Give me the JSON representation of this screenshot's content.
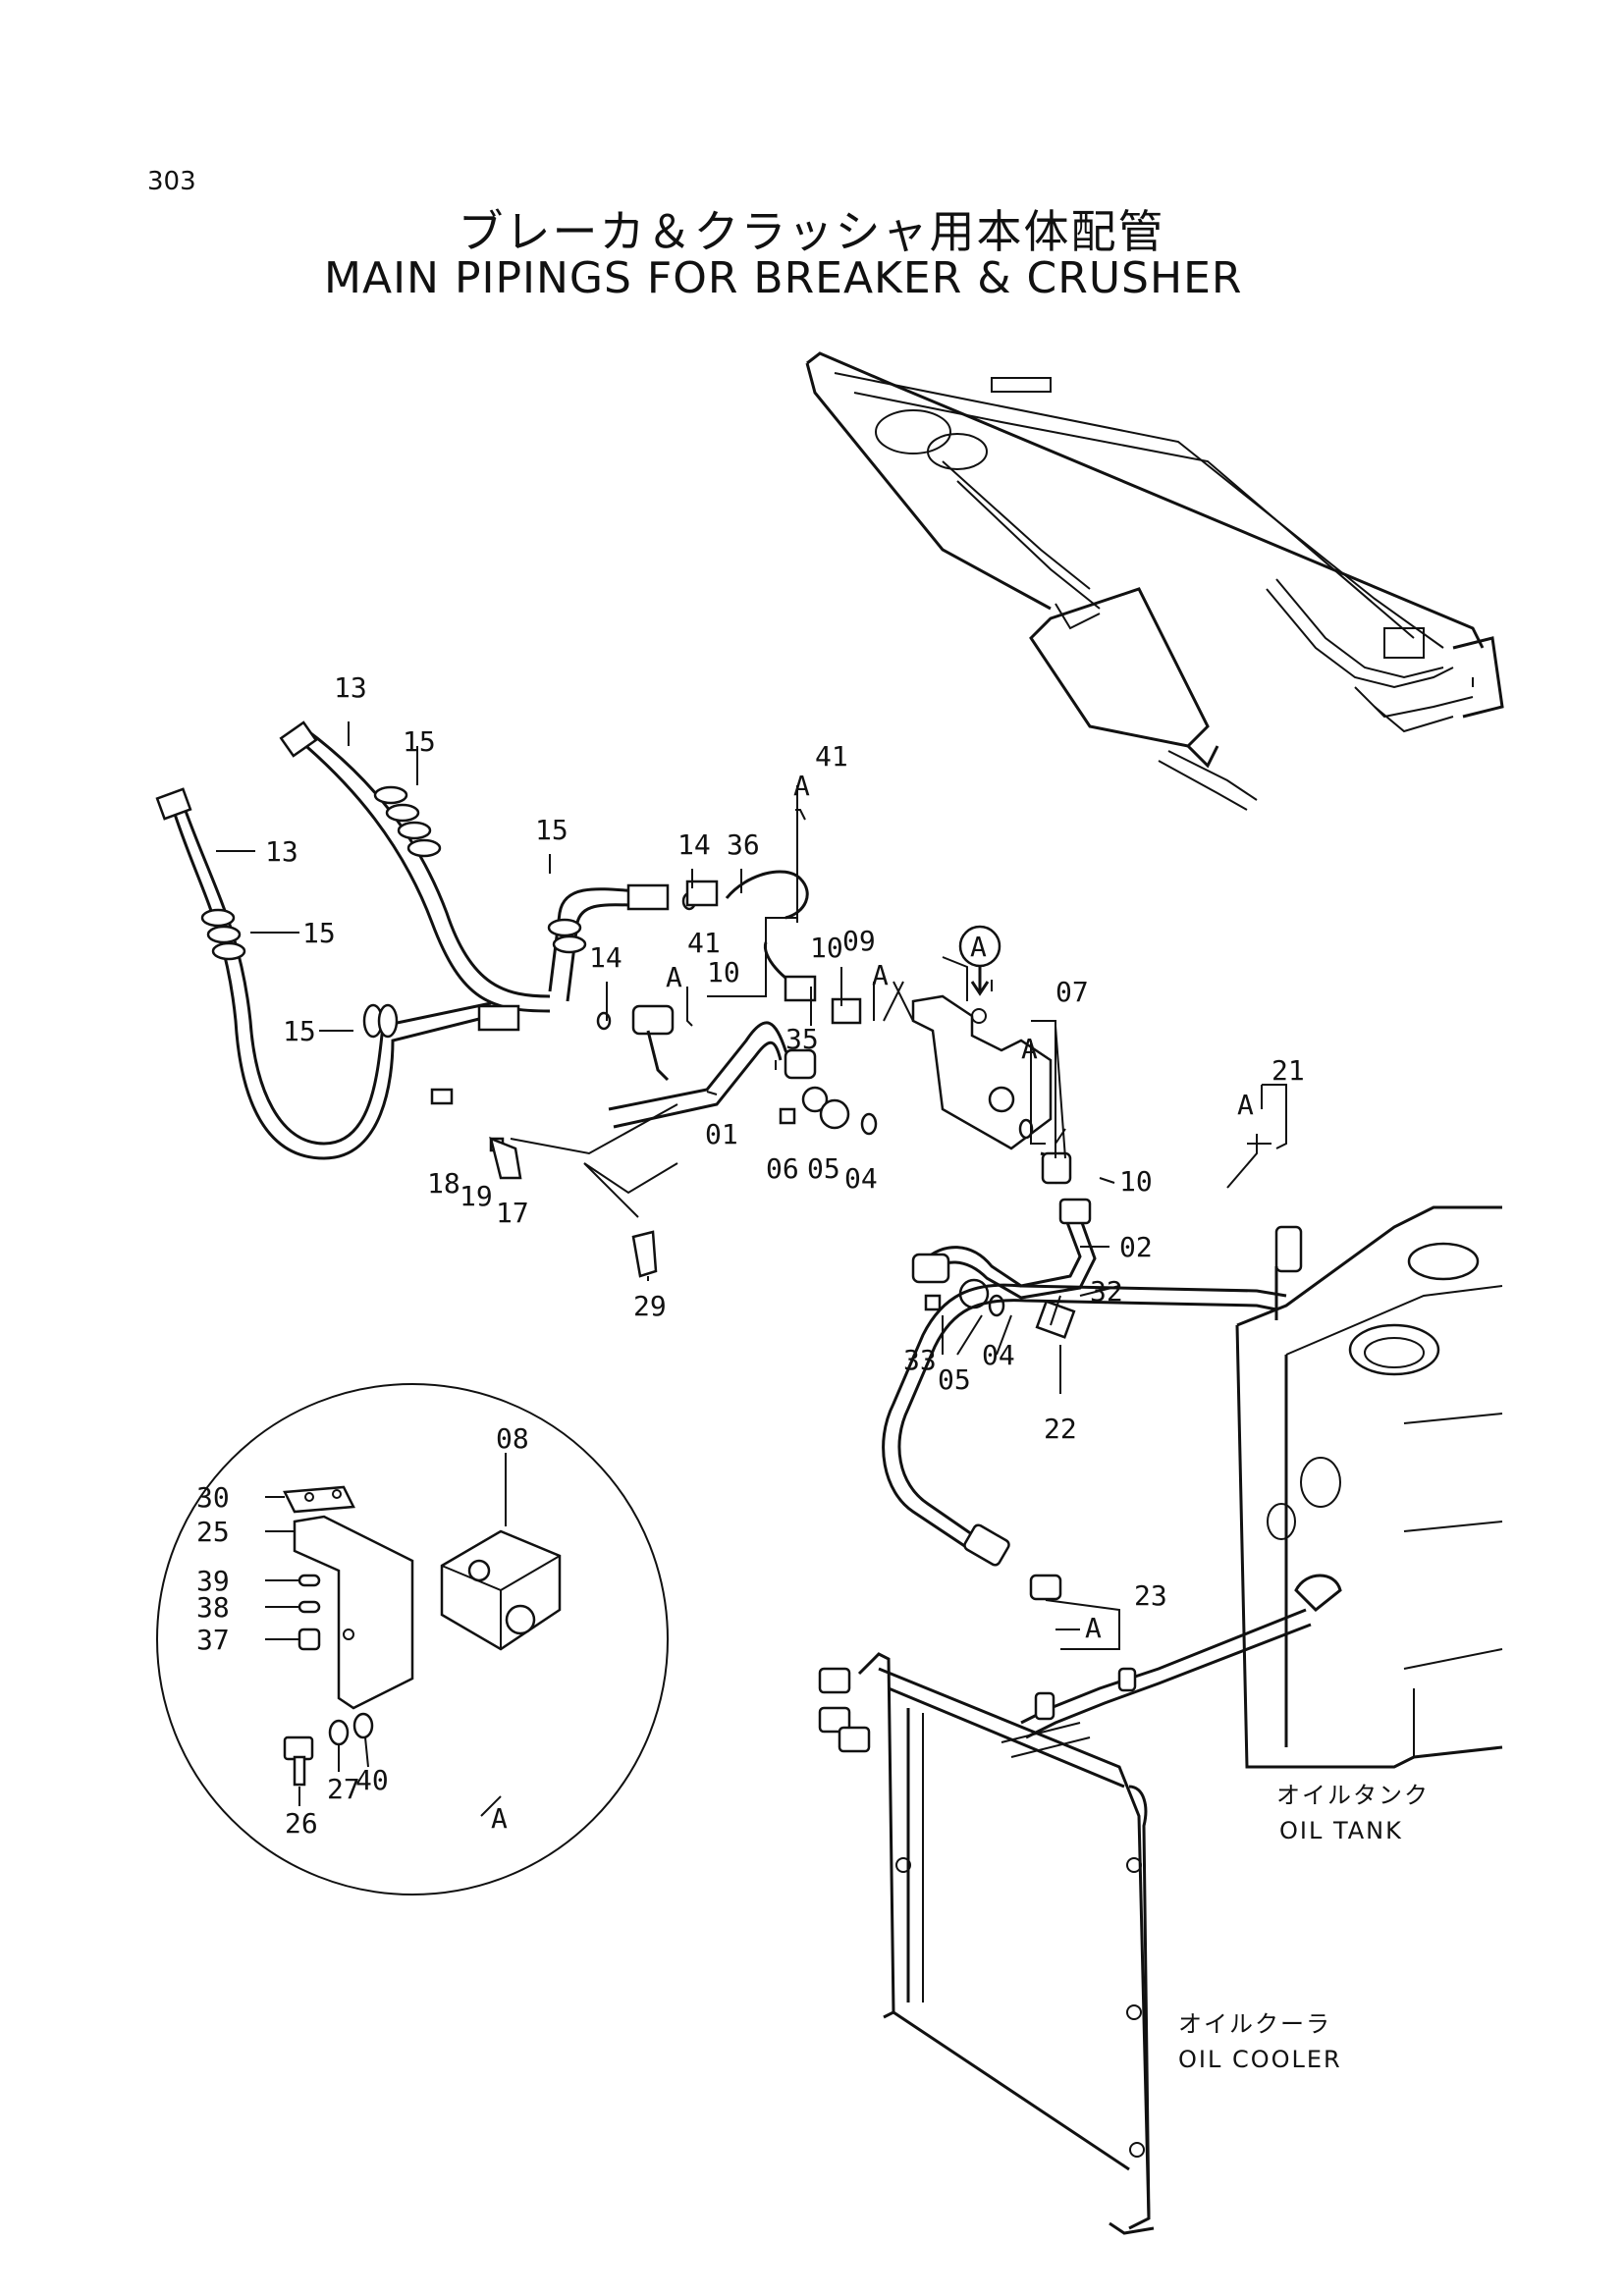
{
  "header": {
    "page_number": "303",
    "title_jp": "ブレーカ＆クラッシャ用本体配管",
    "title_en": "MAIN PIPINGS FOR BREAKER & CRUSHER"
  },
  "callouts": [
    {
      "id": "13a",
      "text": "13"
    },
    {
      "id": "15a",
      "text": "15"
    },
    {
      "id": "13b",
      "text": "13"
    },
    {
      "id": "15b",
      "text": "15"
    },
    {
      "id": "15c",
      "text": "15"
    },
    {
      "id": "15d",
      "text": "15"
    },
    {
      "id": "14a",
      "text": "14"
    },
    {
      "id": "36",
      "text": "36"
    },
    {
      "id": "41a",
      "text": "41"
    },
    {
      "id": "A1",
      "text": "A"
    },
    {
      "id": "41b",
      "text": "41"
    },
    {
      "id": "A2",
      "text": "A"
    },
    {
      "id": "14b",
      "text": "14"
    },
    {
      "id": "10a",
      "text": "10"
    },
    {
      "id": "10b",
      "text": "10"
    },
    {
      "id": "09",
      "text": "09"
    },
    {
      "id": "A3",
      "text": "A"
    },
    {
      "id": "35",
      "text": "35"
    },
    {
      "id": "07",
      "text": "07"
    },
    {
      "id": "A4",
      "text": "A"
    },
    {
      "id": "21",
      "text": "21"
    },
    {
      "id": "A5",
      "text": "A"
    },
    {
      "id": "01",
      "text": "01"
    },
    {
      "id": "06",
      "text": "06"
    },
    {
      "id": "05a",
      "text": "05"
    },
    {
      "id": "04a",
      "text": "04"
    },
    {
      "id": "18",
      "text": "18"
    },
    {
      "id": "19",
      "text": "19"
    },
    {
      "id": "17",
      "text": "17"
    },
    {
      "id": "29",
      "text": "29"
    },
    {
      "id": "10c",
      "text": "10"
    },
    {
      "id": "02",
      "text": "02"
    },
    {
      "id": "32",
      "text": "32"
    },
    {
      "id": "33",
      "text": "33"
    },
    {
      "id": "04b",
      "text": "04"
    },
    {
      "id": "05b",
      "text": "05"
    },
    {
      "id": "22",
      "text": "22"
    },
    {
      "id": "23",
      "text": "23"
    },
    {
      "id": "A6",
      "text": "A"
    },
    {
      "id": "30",
      "text": "30"
    },
    {
      "id": "08",
      "text": "08"
    },
    {
      "id": "25",
      "text": "25"
    },
    {
      "id": "39",
      "text": "39"
    },
    {
      "id": "38",
      "text": "38"
    },
    {
      "id": "37",
      "text": "37"
    },
    {
      "id": "26",
      "text": "26"
    },
    {
      "id": "27",
      "text": "27"
    },
    {
      "id": "40",
      "text": "40"
    },
    {
      "id": "A7",
      "text": "A"
    },
    {
      "id": "Acirc",
      "text": "A"
    }
  ],
  "components": {
    "oil_tank_jp": "オイルタンク",
    "oil_tank_en": "OIL TANK",
    "oil_cooler_jp": "オイルクーラ",
    "oil_cooler_en": "OIL COOLER"
  }
}
